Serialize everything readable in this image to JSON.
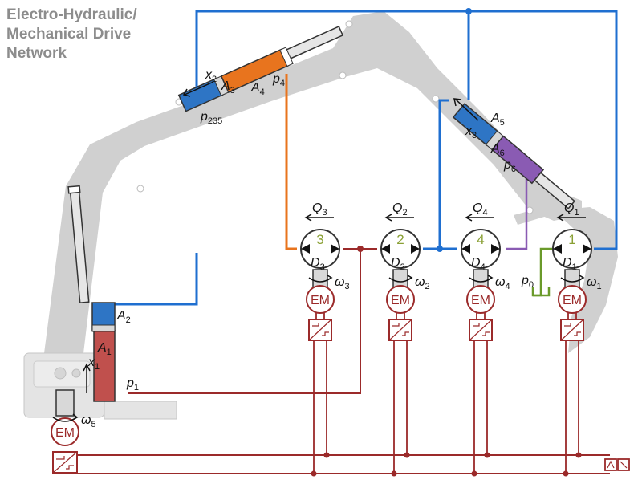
{
  "title": {
    "line1": "Electro-Hydraulic/",
    "line2": "Mechanical Drive",
    "line3": "Network"
  },
  "colors": {
    "boom_shape": "#d0d0d0",
    "hyd_blue": "#1f6fd0",
    "hyd_orange": "#e8741e",
    "hyd_purple": "#8a5bb3",
    "hyd_green": "#6a9a2a",
    "elec_red": "#9b2a2a",
    "cyl_red": "#c0504d",
    "cyl_blue": "#2e75c5",
    "pump_green": "#8aa035"
  },
  "cylinders": {
    "boom": {
      "x": "x",
      "x_sub": "1",
      "a_top": "A",
      "a_top_sub": "2",
      "a_bottom": "A",
      "a_bottom_sub": "1",
      "p": "p",
      "p_sub": "1"
    },
    "arm": {
      "x": "x",
      "x_sub": "2",
      "a_blue": "A",
      "a_blue_sub": "3",
      "a_orange": "A",
      "a_orange_sub": "4",
      "p_top": "p",
      "p_top_sub": "4",
      "p_bottom": "p",
      "p_bottom_sub": "235"
    },
    "bucket": {
      "x": "x",
      "x_sub": "3",
      "a_blue": "A",
      "a_blue_sub": "5",
      "a_purple": "A",
      "a_purple_sub": "6",
      "p": "p",
      "p_sub": "6"
    }
  },
  "tank": {
    "p": "p",
    "p_sub": "0"
  },
  "pumps": [
    {
      "num": "3",
      "q": "Q",
      "q_sub": "3",
      "d": "D",
      "d_sub": "3",
      "w": "ω",
      "w_sub": "3",
      "motor": "EM"
    },
    {
      "num": "2",
      "q": "Q",
      "q_sub": "2",
      "d": "D",
      "d_sub": "2",
      "w": "ω",
      "w_sub": "2",
      "motor": "EM"
    },
    {
      "num": "4",
      "q": "Q",
      "q_sub": "4",
      "d": "D",
      "d_sub": "4",
      "w": "ω",
      "w_sub": "4",
      "motor": "EM"
    },
    {
      "num": "1",
      "q": "Q",
      "q_sub": "1",
      "d": "D",
      "d_sub": "1",
      "w": "ω",
      "w_sub": "1",
      "motor": "EM"
    }
  ],
  "swing": {
    "w": "ω",
    "w_sub": "5",
    "motor": "EM"
  }
}
